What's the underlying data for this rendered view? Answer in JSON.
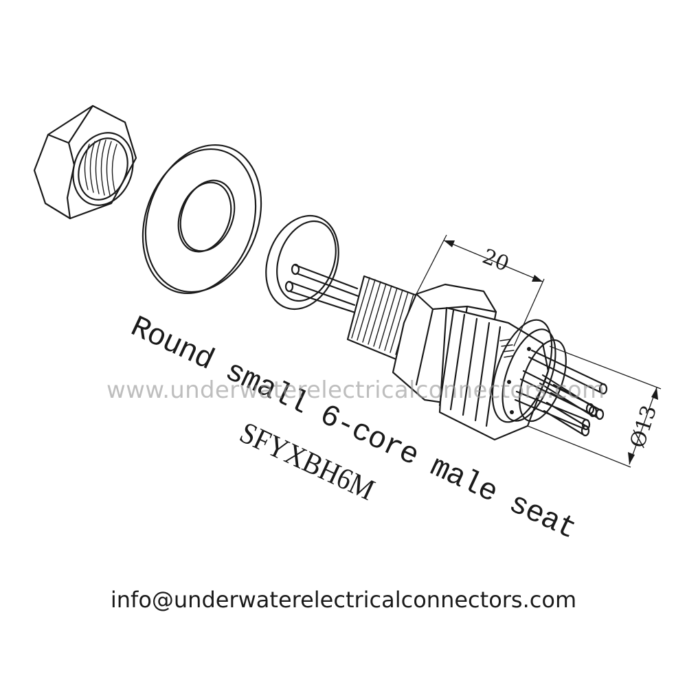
{
  "dimensions": {
    "length": "20",
    "diameter": "Ø13"
  },
  "caption": {
    "line1": "Round small 6-core male seat",
    "line2": "SFYXBH6M"
  },
  "watermark": "www.underwaterelectricalconnectors.com",
  "contact_email": "info@underwaterelectricalconnectors.com"
}
